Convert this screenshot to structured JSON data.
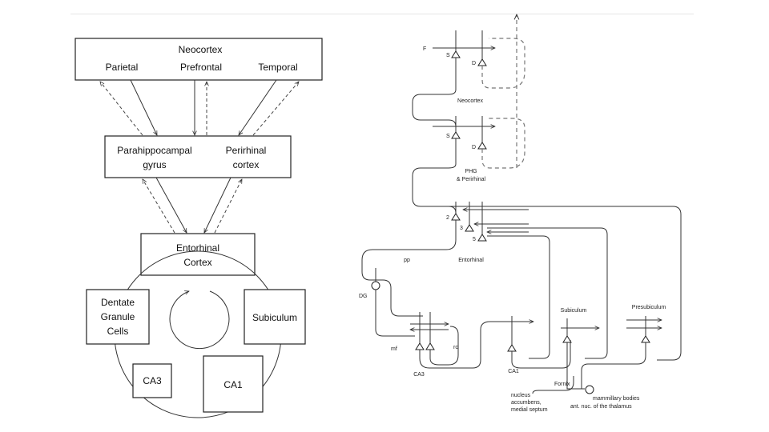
{
  "left_diagram": {
    "neocortex": {
      "title": "Neocortex",
      "parietal": "Parietal",
      "prefrontal": "Prefrontal",
      "temporal": "Temporal"
    },
    "parahippocampal": {
      "line1": "Parahippocampal",
      "line2": "gyrus"
    },
    "perirhinal": {
      "line1": "Perirhinal",
      "line2": "cortex"
    },
    "entorhinal": {
      "line1": "Entorhinal",
      "line2": "Cortex"
    },
    "dentate": {
      "line1": "Dentate",
      "line2": "Granule",
      "line3": "Cells"
    },
    "subiculum": "Subiculum",
    "ca3": "CA3",
    "ca1": "CA1"
  },
  "right_diagram": {
    "f_label": "F",
    "neocortex": "Neocortex",
    "s_label": "S",
    "d_label": "D",
    "s_label_2": "S",
    "d_label_2": "D",
    "phg_line1": "PHG",
    "phg_line2": "& Perirhinal",
    "layer2": "2",
    "layer3": "3",
    "layer5": "5",
    "pp": "pp",
    "entorhinal": "Entorhinal",
    "dg": "DG",
    "mf": "mf",
    "rc": "rc",
    "ca3": "CA3",
    "ca1": "CA1",
    "subiculum": "Subiculum",
    "presubiculum": "Presubiculum",
    "fornix": "Fornix",
    "mammillary_line1": "mammillary bodies",
    "mammillary_line2": "ant. nuc. of the thalamus",
    "nucleus_line1": "nucleus",
    "nucleus_line2": "accumbens,",
    "nucleus_line3": "medial septum"
  }
}
